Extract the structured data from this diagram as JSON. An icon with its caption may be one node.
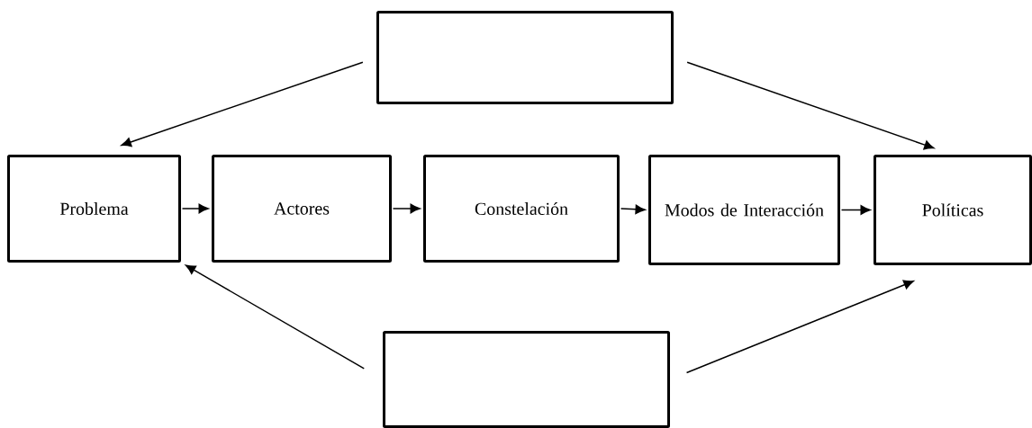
{
  "diagram": {
    "nodes": [
      {
        "text": [],
        "shape": "box"
      },
      {
        "text": [
          "Problema"
        ]
      },
      {
        "text": [
          "Actores"
        ]
      },
      {
        "text": [
          "Constelación"
        ]
      },
      {
        "text": [
          "Modos de Interacción"
        ]
      },
      {
        "text": [
          "Políticas"
        ]
      },
      {
        "text": [],
        "shape": "box"
      }
    ],
    "edges": [
      {
        "from": 0,
        "to": 1,
        "arrow": "to"
      },
      {
        "from": 0,
        "to": 5,
        "arrow": "to"
      },
      {
        "from": 1,
        "to": 2,
        "arrow": "to"
      },
      {
        "from": 2,
        "to": 3,
        "arrow": "to"
      },
      {
        "from": 3,
        "to": 4,
        "arrow": "to"
      },
      {
        "from": 4,
        "to": 5,
        "arrow": "to"
      },
      {
        "from": 6,
        "to": 1,
        "arrow": "to"
      },
      {
        "from": 6,
        "to": 5,
        "arrow": "to"
      }
    ]
  }
}
